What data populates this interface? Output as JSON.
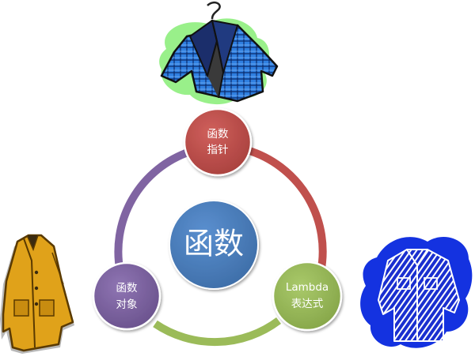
{
  "diagram": {
    "center": {
      "label": "函数"
    },
    "nodes": [
      {
        "id": "function-pointer",
        "line1": "函数",
        "line2": "指针"
      },
      {
        "id": "lambda-expression",
        "line1": "Lambda",
        "line2": "表达式"
      },
      {
        "id": "function-object",
        "line1": "函数",
        "line2": "对象"
      }
    ]
  },
  "colors": {
    "center_fill": "#4f81bd",
    "pointer_fill": "#c0504d",
    "lambda_fill": "#9bbb59",
    "object_fill": "#8064a2",
    "arc_red": "#c0504d",
    "arc_green": "#9bbb59",
    "arc_purple": "#8064a2"
  },
  "icons": {
    "top": "hanging-blazer-icon",
    "left": "yellow-coat-icon",
    "right": "blue-shirt-icon"
  }
}
